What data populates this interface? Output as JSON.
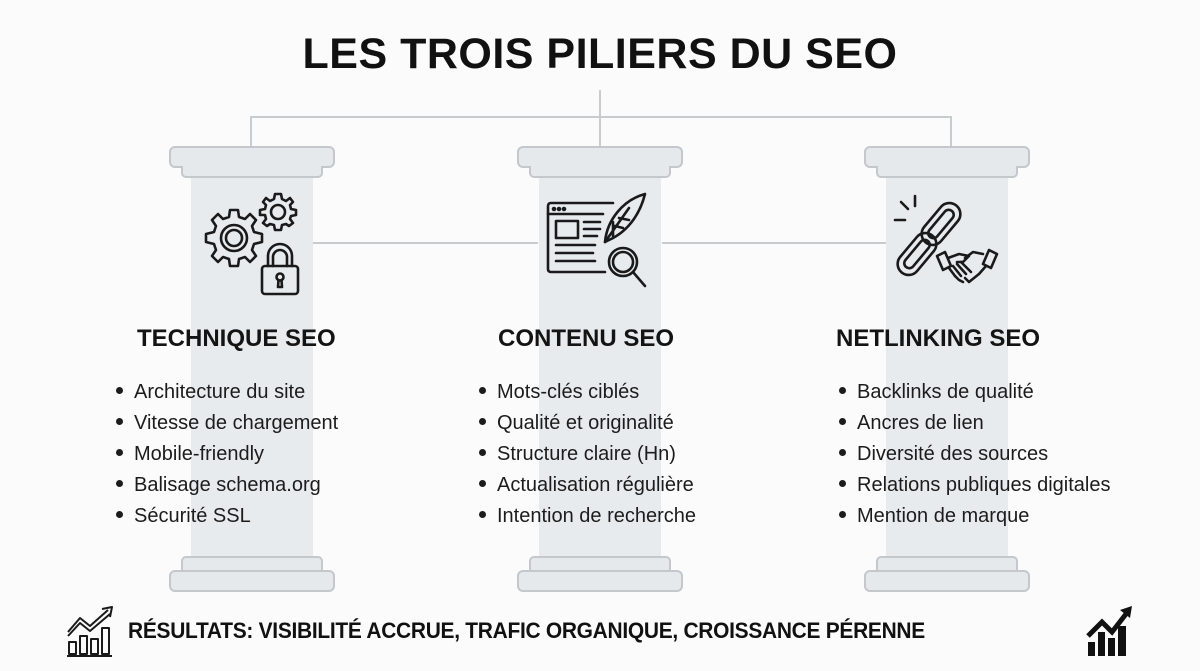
{
  "title": "LES TROIS PILIERS DU SEO",
  "colors": {
    "background": "#fbfbfb",
    "pillar_fill": "#e8ebee",
    "pillar_outline": "#c4c8cc",
    "connector_lines": "#c9cccf",
    "text": "#141414"
  },
  "pillars": [
    {
      "heading": "TECHNIQUE SEO",
      "icon": "gears-lock-icon",
      "items": [
        "Architecture du site",
        "Vitesse de chargement",
        "Mobile-friendly",
        "Balisage schema.org",
        "Sécurité SSL"
      ]
    },
    {
      "heading": "CONTENU SEO",
      "icon": "webpage-quill-magnifier-icon",
      "items": [
        "Mots-clés ciblés",
        "Qualité et originalité",
        "Structure claire (Hn)",
        "Actualisation régulière",
        "Intention de recherche"
      ]
    },
    {
      "heading": "NETLINKING SEO",
      "icon": "chain-link-handshake-icon",
      "items": [
        "Backlinks de qualité",
        "Ancres de lien",
        "Diversité des sources",
        "Relations publiques digitales",
        "Mention de marque"
      ]
    }
  ],
  "footer": {
    "text": "RÉSULTATS: VISIBILITÉ ACCRUE, TRAFIC ORGANIQUE, CROISSANCE PÉRENNE",
    "left_icon": "growth-chart-outline-icon",
    "right_icon": "growth-chart-filled-icon"
  }
}
